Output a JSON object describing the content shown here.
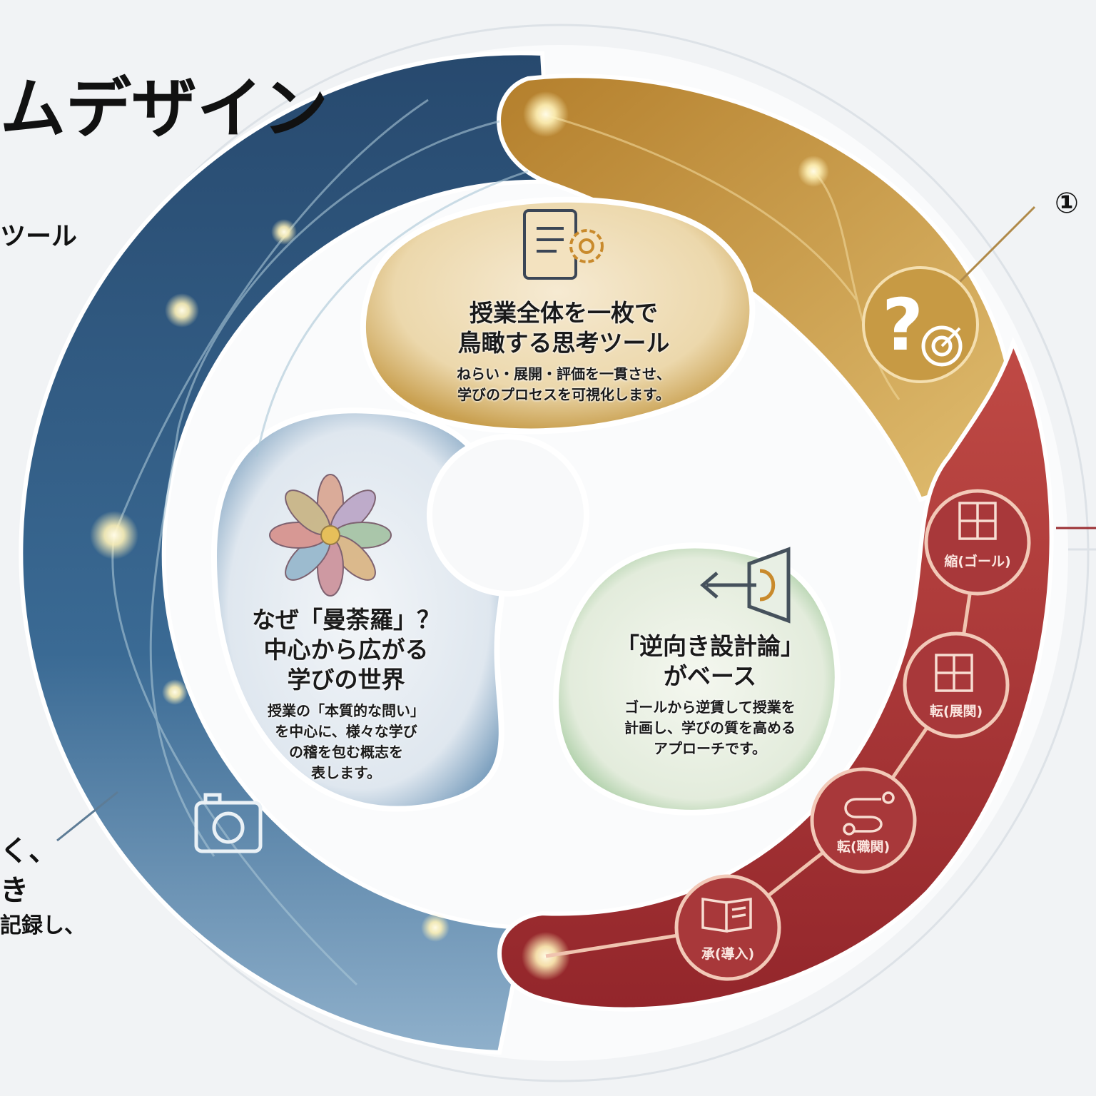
{
  "title_partial": "ムデザイン",
  "left_text": {
    "line1": "ツール",
    "line2": "く、",
    "line3": "き",
    "line4": "記録し、"
  },
  "callout_number": "①",
  "lobes": {
    "top": {
      "heading": [
        "授業全体を一枚で",
        "鳥瞰する思考ツール"
      ],
      "body": [
        "ねらい・展開・評価を一貫させ、",
        "学びのプロセスを可視化します。"
      ],
      "icon": "notebook-gear-icon"
    },
    "left": {
      "heading": [
        "なぜ「曼荼羅」？",
        "中心から広がる",
        "学びの世界"
      ],
      "body": [
        "授業の「本質的な問い」",
        "を中心に、様々な学び",
        "の稽を包む概志を",
        "表します。"
      ],
      "icon": "mandala-flower-icon"
    },
    "right": {
      "heading": [
        "「逆向き設計論」",
        "がベース"
      ],
      "body": [
        "ゴールから逆賃して授業を",
        "計画し、学びの質を高める",
        "アプローチです。"
      ],
      "icon": "backward-arrow-icon"
    }
  },
  "steps": [
    {
      "label": "承(導入)",
      "icon": "open-book-icon"
    },
    {
      "label": "転(職関)",
      "icon": "route-pins-icon"
    },
    {
      "label": "転(展関)",
      "icon": "puzzle-icon"
    },
    {
      "label": "縮(ゴール)",
      "icon": "puzzle-icon"
    }
  ],
  "colors": {
    "blue": "#2d5a83",
    "gold": "#c79a44",
    "red": "#a8383a",
    "green": "#8fbf8a",
    "background": "#f1f3f5"
  }
}
